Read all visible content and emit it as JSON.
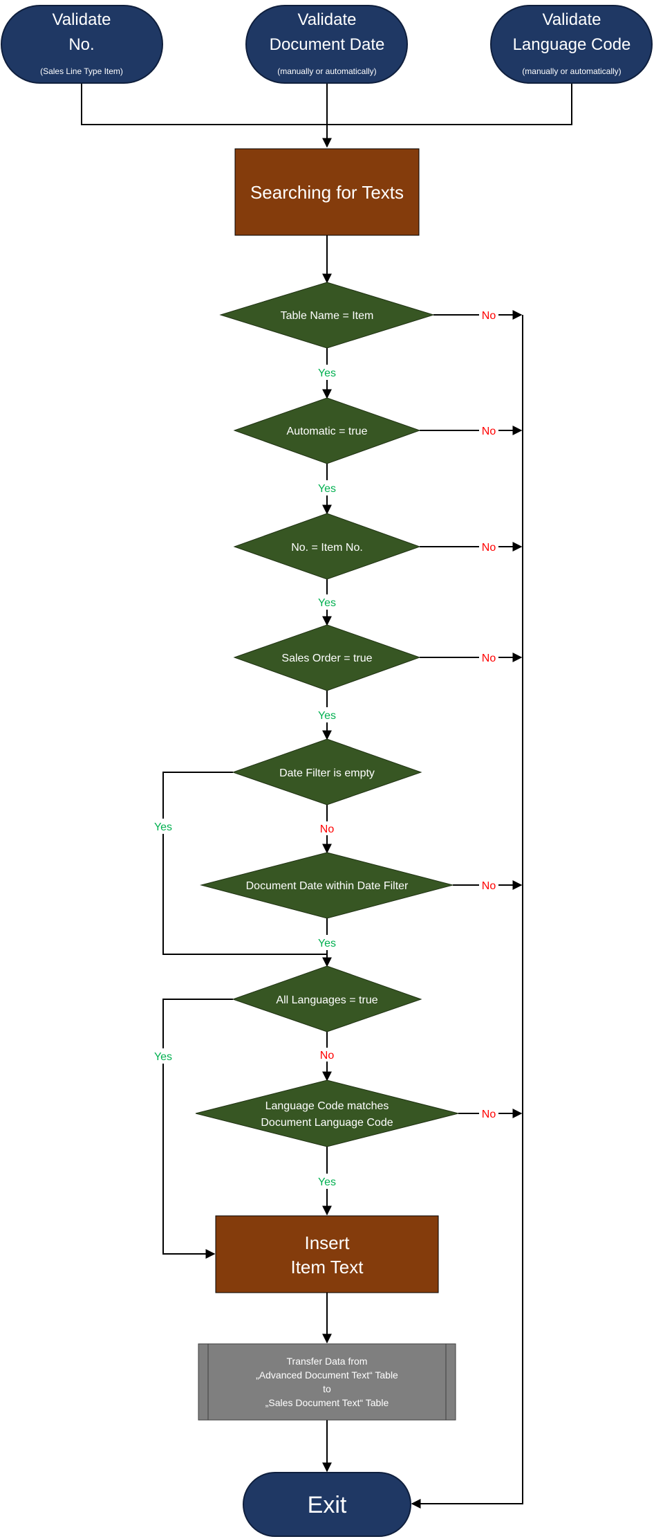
{
  "colors": {
    "terminator": "#1f3864",
    "process": "#843c0c",
    "decision": "#375623",
    "subprocess": "#7f7f7f",
    "yes": "#00b050",
    "no": "#ff0000"
  },
  "starts": [
    {
      "title1": "Validate",
      "title2": "No.",
      "sub": "(Sales Line Type Item)"
    },
    {
      "title1": "Validate",
      "title2": "Document Date",
      "sub": "(manually or automatically)"
    },
    {
      "title1": "Validate",
      "title2": "Language Code",
      "sub": "(manually or automatically)"
    }
  ],
  "process_search": "Searching for Texts",
  "decisions": [
    "Table Name = Item",
    "Automatic = true",
    "No. = Item No.",
    "Sales Order = true",
    "Date Filter is empty",
    "Document Date within Date Filter",
    "All Languages = true"
  ],
  "decision_lang": {
    "line1": "Language Code matches",
    "line2": "Document Language Code"
  },
  "process_insert": {
    "line1": "Insert",
    "line2": "Item Text"
  },
  "subprocess": {
    "line1": "Transfer Data from",
    "line2": "„Advanced Document Text“ Table",
    "line3": "to",
    "line4": "„Sales Document Text“ Table"
  },
  "exit": "Exit",
  "labels": {
    "yes": "Yes",
    "no": "No"
  }
}
